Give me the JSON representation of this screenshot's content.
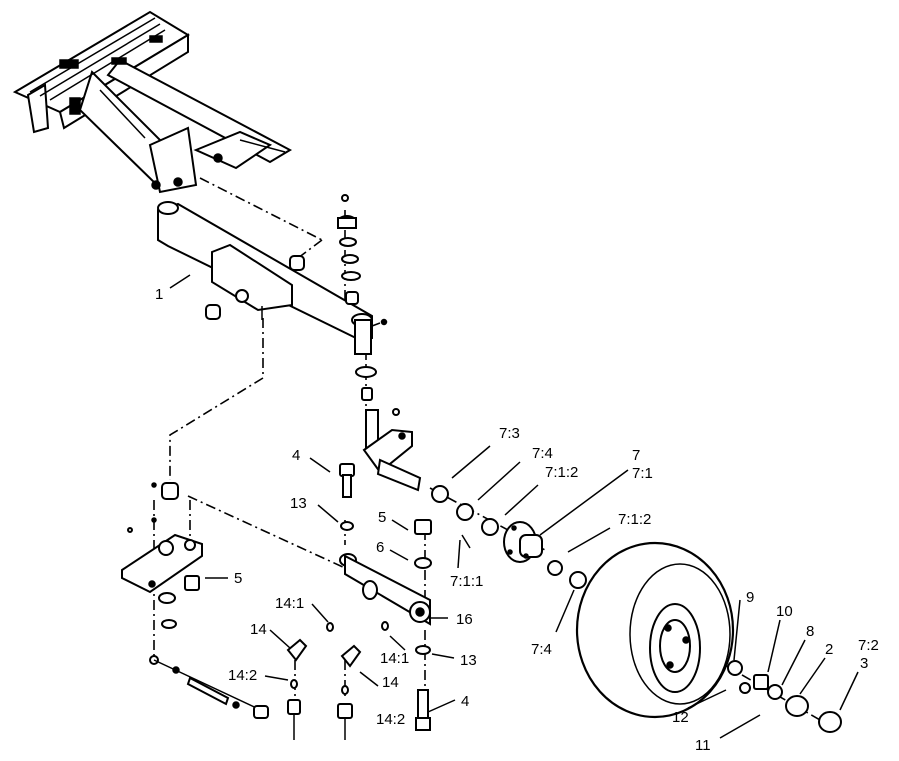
{
  "labels": {
    "l1": "1",
    "l2": "2",
    "l3": "3",
    "l4a": "4",
    "l4b": "4",
    "l5a": "5",
    "l5b": "5",
    "l6": "6",
    "l7": "7",
    "l71": "7:1",
    "l711": "7:1:1",
    "l712a": "7:1:2",
    "l712b": "7:1:2",
    "l72": "7:2",
    "l73": "7:3",
    "l74a": "7:4",
    "l74b": "7:4",
    "l8": "8",
    "l9": "9",
    "l10": "10",
    "l11": "11",
    "l12": "12",
    "l13a": "13",
    "l13b": "13",
    "l14a": "14",
    "l14b": "14",
    "l141a": "14:1",
    "l141b": "14:1",
    "l142a": "14:2",
    "l142b": "14:2",
    "l16": "16"
  }
}
